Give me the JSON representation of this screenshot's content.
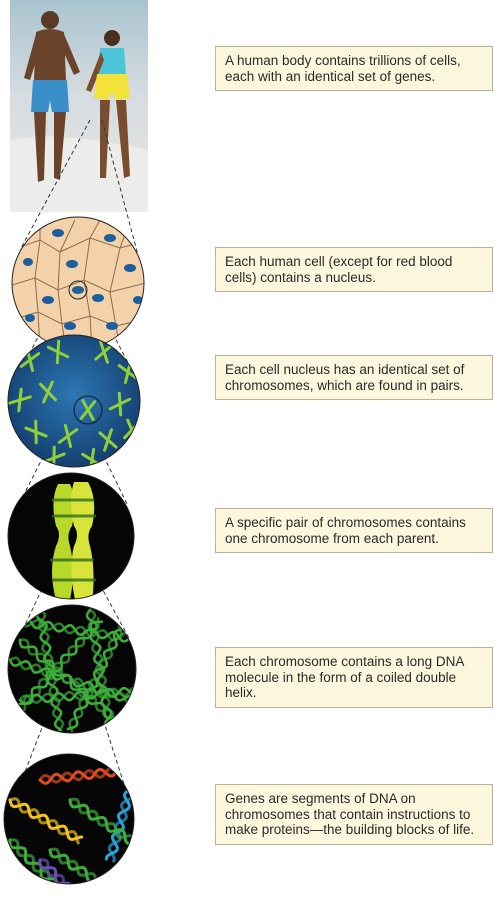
{
  "captions": [
    "A human body contains trillions of cells, each with an identical set of genes.",
    "Each human cell (except for red blood cells) contains a nucleus.",
    "Each cell nucleus has an identical set of chromosomes, which are found in pairs.",
    "A specific pair of chromosomes contains one chromosome from each parent.",
    "Each chromosome contains a long DNA molecule in the form of a coiled double helix.",
    "Genes are segments of DNA  on chromosomes that contain instructions to make proteins—the building blocks of life."
  ],
  "colors": {
    "caption_fill": "#fdf8dd",
    "cell_fill": "#f3d2aa",
    "nucleus": "#1d5f9e",
    "nucleus_bg": "#1a4f85",
    "chromosome": "#8fcf3a",
    "dna_green": "#3cae3a",
    "gene_red": "#e04a1e",
    "gene_yellow": "#f2c417",
    "gene_blue": "#2aa3d8",
    "gene_purple": "#6a4fb3"
  }
}
